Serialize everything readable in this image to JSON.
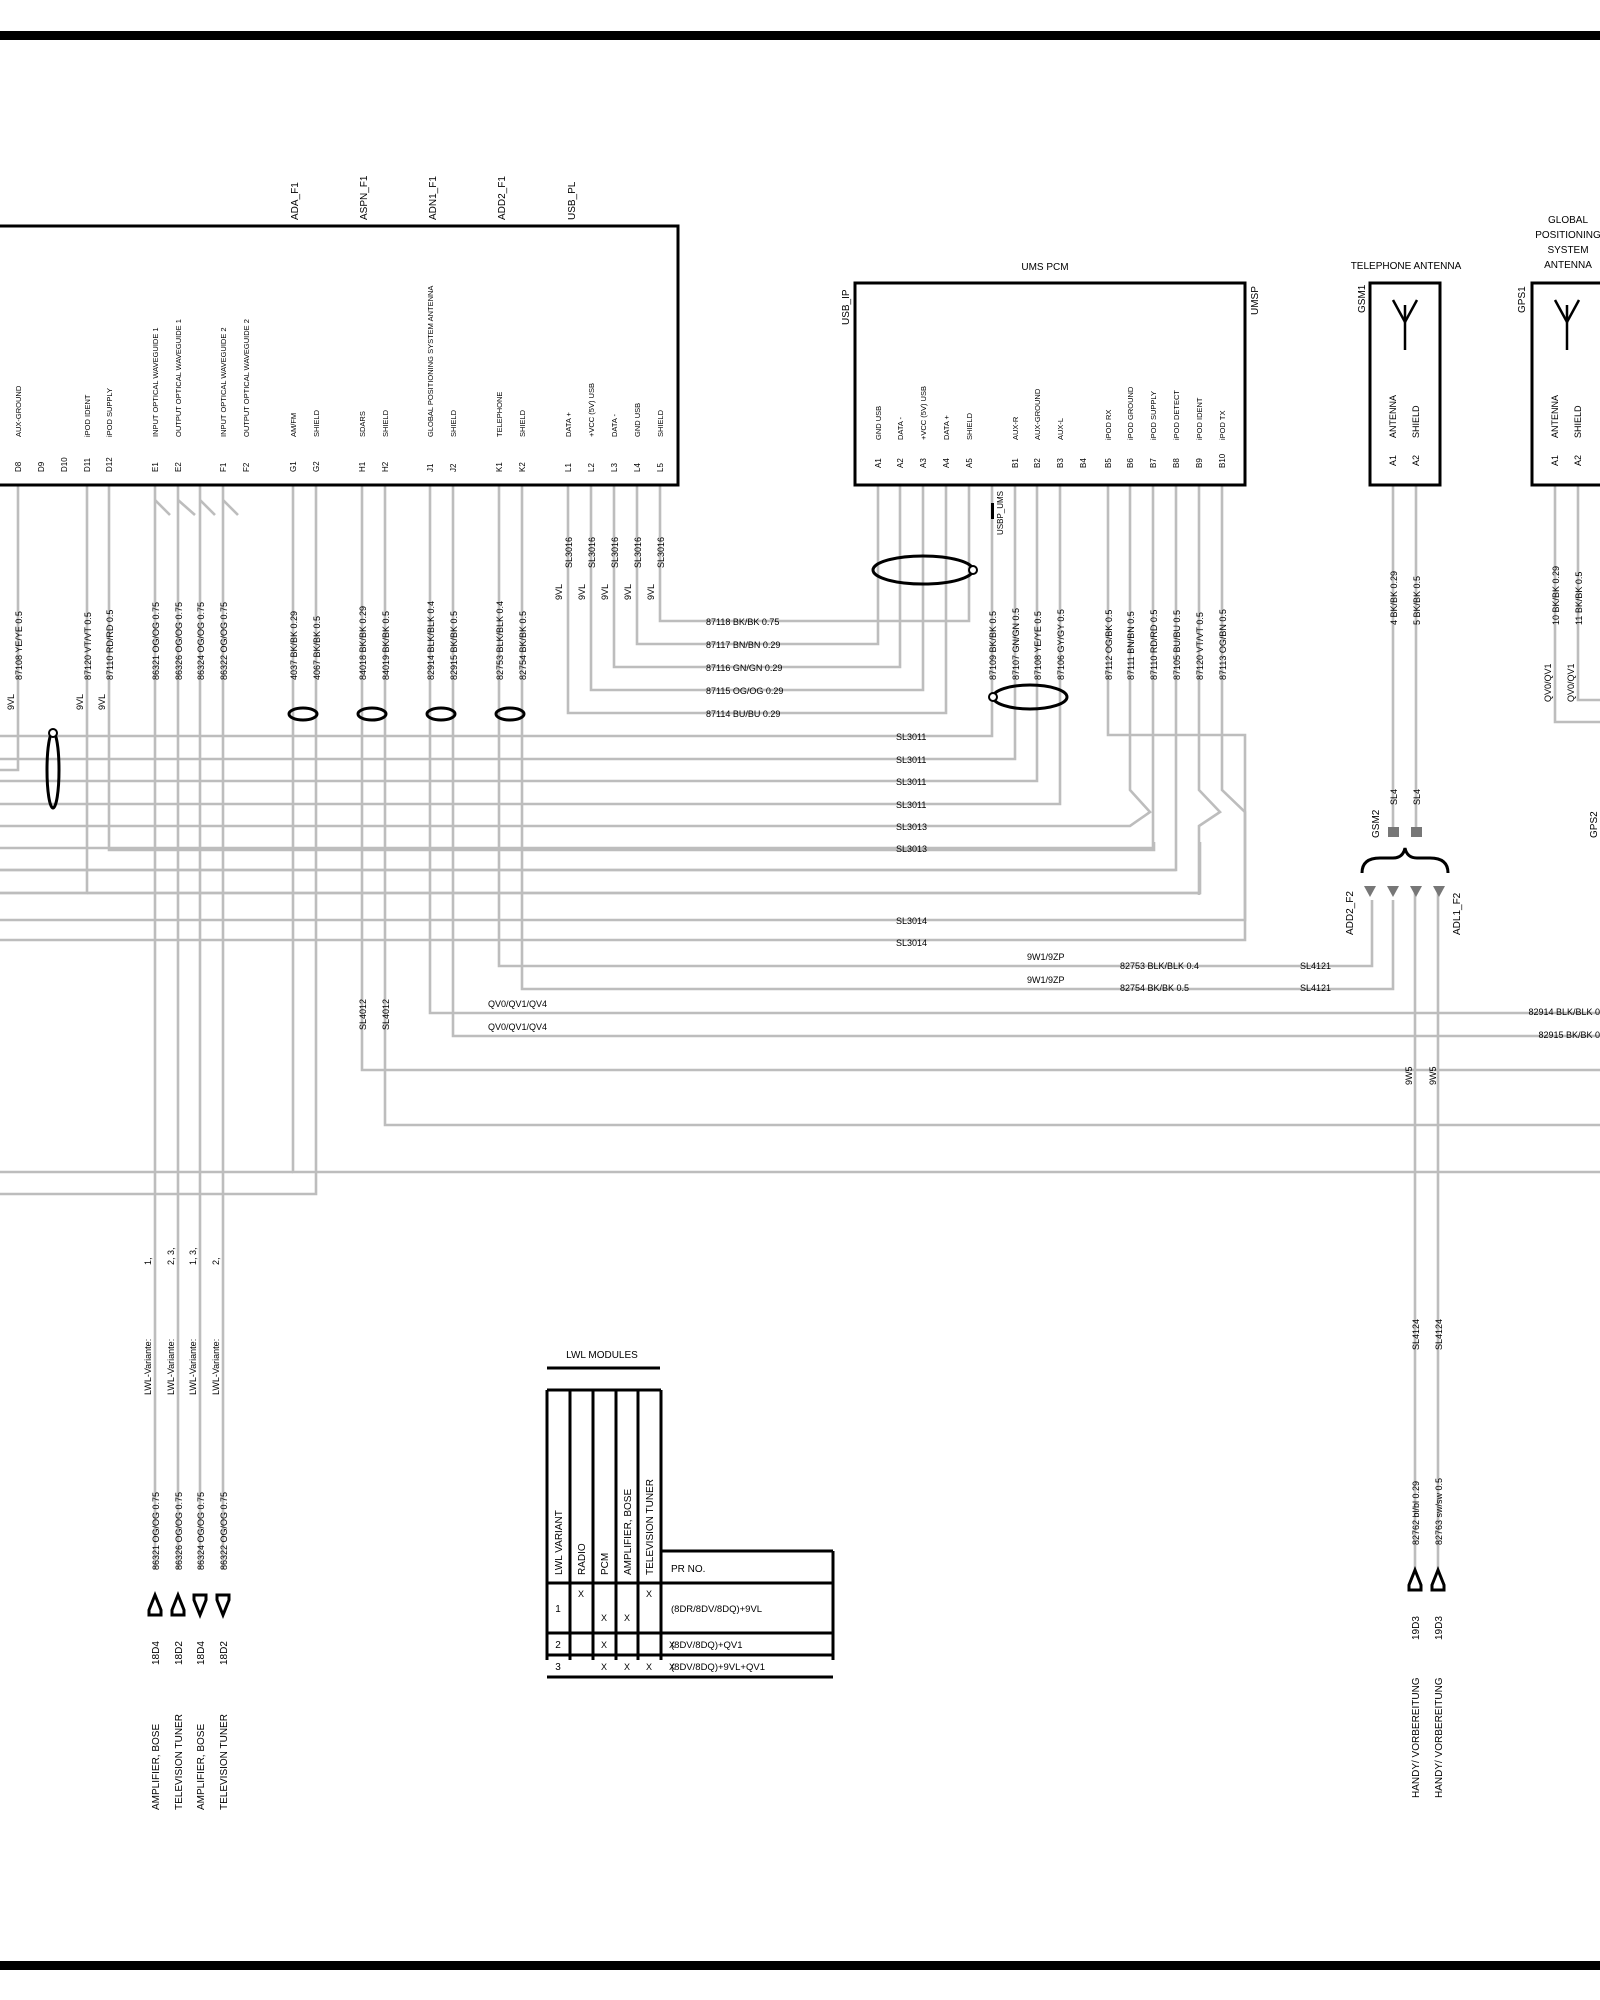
{
  "main_connector": {
    "pins": [
      {
        "id": "D8",
        "label": "AUX-GROUND"
      },
      {
        "id": "D9",
        "label": ""
      },
      {
        "id": "D10",
        "label": ""
      },
      {
        "id": "D11",
        "label": "iPOD IDENT"
      },
      {
        "id": "D12",
        "label": "iPOD SUPPLY"
      },
      {
        "id": "E1",
        "label": "INPUT OPTICAL WAVEGUIDE 1"
      },
      {
        "id": "E2",
        "label": "OUTPUT OPTICAL WAVEGUIDE 1"
      },
      {
        "id": "F1",
        "label": "INPUT OPTICAL WAVEGUIDE 2"
      },
      {
        "id": "F2",
        "label": "OUTPUT OPTICAL WAVEGUIDE 2"
      },
      {
        "id": "G1",
        "label": "AM/FM"
      },
      {
        "id": "G2",
        "label": "SHIELD"
      },
      {
        "id": "H1",
        "label": "SDARS"
      },
      {
        "id": "H2",
        "label": "SHIELD"
      },
      {
        "id": "J1",
        "label": "GLOBAL POSITIONING SYSTEM ANTENNA"
      },
      {
        "id": "J2",
        "label": "SHIELD"
      },
      {
        "id": "K1",
        "label": "TELEPHONE"
      },
      {
        "id": "K2",
        "label": "SHIELD"
      },
      {
        "id": "L1",
        "label": "DATA +"
      },
      {
        "id": "L2",
        "label": "+VCC (5V) USB"
      },
      {
        "id": "L3",
        "label": "DATA -"
      },
      {
        "id": "L4",
        "label": "GND USB"
      },
      {
        "id": "L5",
        "label": "SHIELD"
      }
    ],
    "top_labels": [
      "ADA_F1",
      "ASPN_F1",
      "ADN1_F1",
      "ADD2_F1",
      "USB_PL"
    ]
  },
  "ums_pcm": {
    "title": "UMS PCM",
    "left_label": "USB_IP",
    "right_label": "UMSP",
    "pins": [
      {
        "id": "A1",
        "label": "GND USB"
      },
      {
        "id": "A2",
        "label": "DATA -"
      },
      {
        "id": "A3",
        "label": "+VCC (5V) USB"
      },
      {
        "id": "A4",
        "label": "DATA +"
      },
      {
        "id": "A5",
        "label": "SHIELD"
      },
      {
        "id": "B1",
        "label": "AUX-R"
      },
      {
        "id": "B2",
        "label": "AUX-GROUND"
      },
      {
        "id": "B3",
        "label": "AUX-L"
      },
      {
        "id": "B4",
        "label": ""
      },
      {
        "id": "B5",
        "label": "iPOD RX"
      },
      {
        "id": "B6",
        "label": "iPOD GROUND"
      },
      {
        "id": "B7",
        "label": "iPOD SUPPLY"
      },
      {
        "id": "B8",
        "label": "iPOD DETECT"
      },
      {
        "id": "B9",
        "label": "iPOD IDENT"
      },
      {
        "id": "B10",
        "label": "iPOD TX"
      }
    ],
    "tag": "USBP_UMS"
  },
  "telephone_antenna": {
    "title": "TELEPHONE ANTENNA",
    "side_label": "GSM1",
    "pins": [
      {
        "id": "A1",
        "label": "ANTENNA"
      },
      {
        "id": "A2",
        "label": "SHIELD"
      }
    ]
  },
  "gps_antenna": {
    "title_lines": [
      "GLOBAL",
      "POSITIONING",
      "SYSTEM",
      "ANTENNA"
    ],
    "side_label": "GPS1",
    "pins": [
      {
        "id": "A1",
        "label": "ANTENNA"
      },
      {
        "id": "A2",
        "label": "SHIELD"
      }
    ]
  },
  "wire_labels_main": {
    "d8": "87108 YE/YE 0.5",
    "d11": "87120 VT/VT 0.5",
    "d12": "87110 RD/RD 0.5",
    "e1": "86321 OG/OG 0.75",
    "e2": "86326 OG/OG 0.75",
    "f1": "86324 OG/OG 0.75",
    "f2": "86322 OG/OG 0.75",
    "g1": "4037 BK/BK 0.29",
    "g2": "4067 BK/BK 0.5",
    "h1": "84018 BK/BK 0.29",
    "h2": "84019 BK/BK 0.5",
    "j1": "82914 BLK/BLK 0.4",
    "j2": "82915 BK/BK 0.5",
    "k1": "82753 BLK/BLK 0.4",
    "k2": "82754 BK/BK 0.5"
  },
  "wire_labels_ums": {
    "a1": "87109 BK/BK 0.5",
    "b2": "87107 GN/GN 0.5",
    "b3": "87108 YE/YE 0.5",
    "b4": "87106 GY/GY 0.5",
    "b5": "87112 OG/BK 0.5",
    "b6": "87111 BN/BN 0.5",
    "b7": "87110 RD/RD 0.5",
    "b8": "87105 BU/BU 0.5",
    "b9": "87120 VT/VT 0.5",
    "b10": "87113 OG/BN 0.5"
  },
  "usb_wires": [
    "87118 BK/BK 0.75",
    "87117 BN/BN 0.29",
    "87116 GN/GN 0.29",
    "87115 OG/OG 0.29",
    "87114 BU/BU 0.29"
  ],
  "usb_splice": "SL3016",
  "variant_9vl": "9VL",
  "splices": {
    "sl3011": "SL3011",
    "sl3013": "SL3013",
    "sl3014": "SL3014",
    "sl4012": "SL4012",
    "sl4121": "SL4121",
    "sl4124": "SL4124",
    "sl4": "SL4"
  },
  "variant_labels": {
    "v9w1": "9W1/9ZP",
    "qv": "QV0/QV1/QV4",
    "qv01": "QV0/QV1",
    "v9w5": "9W5"
  },
  "phone_wires": {
    "w1": "82753 BLK/BLK 0.4",
    "w2": "82754 BK/BK 0.5",
    "gps1": "82914 BLK/BLK 0",
    "gps2": "82915 BK/BK 0"
  },
  "antenna_wires": {
    "gsm_a1": "4 BK/BK 0.29",
    "gsm_a2": "5 BK/BK 0.5",
    "gps_a1": "10 BK/BK 0.29",
    "gps_a2": "11 BK/BK 0.5"
  },
  "connector_names": {
    "gsm2": "GSM2",
    "add2_f2": "ADD2_F2",
    "adl1_f2": "ADL1_F2",
    "gps2": "GPS2"
  },
  "lwl_variants": [
    {
      "text": "LWL-Variante:",
      "num": "1,"
    },
    {
      "text": "LWL-Variante:",
      "num": "2,  3,"
    },
    {
      "text": "LWL-Variante:",
      "num": "1,  3,"
    },
    {
      "text": "LWL-Variante:",
      "num": "2,"
    }
  ],
  "bottom_wires": [
    "86321 OG/OG 0.75",
    "86326 OG/OG 0.75",
    "86324 OG/OG 0.75",
    "86322 OG/OG 0.75"
  ],
  "bottom_refs": [
    "18D4",
    "18D2",
    "18D4",
    "18D2"
  ],
  "bottom_dest": [
    "AMPLIFIER, BOSE",
    "TELEVISION TUNER",
    "AMPLIFIER, BOSE",
    "TELEVISION TUNER"
  ],
  "handy_wires": [
    "82762 bl/bl 0.29",
    "82763 sw/sw 0.5"
  ],
  "handy_refs": [
    "19D3",
    "19D3"
  ],
  "handy_dest": [
    "HANDY/ VORBEREITUNG",
    "HANDY/ VORBEREITUNG"
  ],
  "lwl_table": {
    "title": "LWL MODULES",
    "col_headers": [
      "LWL VARIANT",
      "RADIO",
      "PCM",
      "AMPLIFIER, BOSE",
      "TELEVISION TUNER"
    ],
    "pr_header": "PR NO.",
    "rows": [
      {
        "variant": "1",
        "marks": [
          "X",
          "X",
          "X",
          "X",
          ""
        ],
        "pr": "(8DR/8DV/8DQ)+9VL"
      },
      {
        "variant": "2",
        "marks": [
          "",
          "X",
          "",
          "",
          "X"
        ],
        "pr": "(8DV/8DQ)+QV1"
      },
      {
        "variant": "3",
        "marks": [
          "",
          "X",
          "X",
          "X",
          "X"
        ],
        "pr": "(8DV/8DQ)+9VL+QV1"
      }
    ]
  }
}
